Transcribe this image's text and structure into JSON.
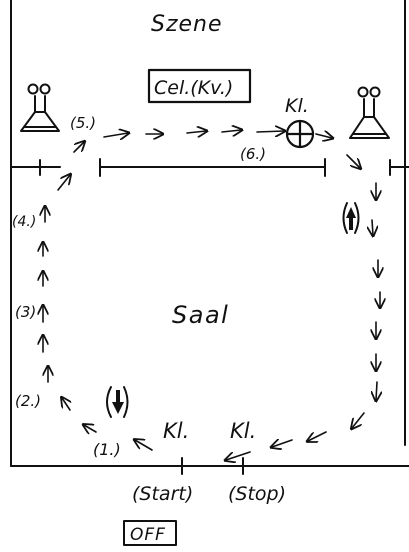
{
  "labels": {
    "stage": "Szene",
    "hall": "Saal",
    "box_cel": "Cel.(Kv.)",
    "box_off": "OFF",
    "kl_top": "Kl.",
    "kl_left": "Kl.",
    "kl_right": "Kl.",
    "start": "(Start)",
    "stop": "(Stop)"
  },
  "markers": {
    "m1": "(1.)",
    "m2": "(2.)",
    "m3": "(3)",
    "m4": "(4.)",
    "m5": "(5.)",
    "m6": "(6.)"
  },
  "icons": {
    "lamp_left": "spotlight-icon",
    "lamp_right": "spotlight-icon",
    "target": "crossed-circle-icon",
    "up_arrow": "bold-up-arrow-icon",
    "down_arrow": "bold-down-arrow-icon"
  },
  "colors": {
    "ink": "#111111",
    "paper": "#ffffff"
  }
}
